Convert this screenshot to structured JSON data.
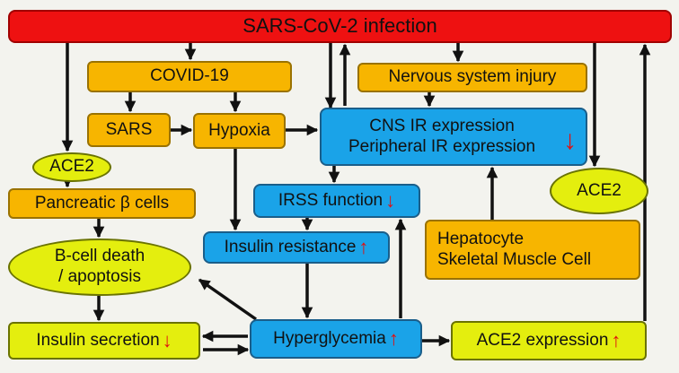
{
  "nodes": {
    "sars_cov2_infection": "SARS-CoV-2 infection",
    "covid19": "COVID-19",
    "nervous_system_injury": "Nervous system injury",
    "sars": "SARS",
    "hypoxia": "Hypoxia",
    "cns_ir_expression": "CNS IR expression",
    "peripheral_ir_expression": "Peripheral IR expression",
    "ace2_left": "ACE2",
    "pancreatic_beta_cells": "Pancreatic β cells",
    "irss_function": "IRSS function",
    "ace2_right": "ACE2",
    "b_cell_death": "B-cell death",
    "apoptosis": "/ apoptosis",
    "insulin_resistance": "Insulin resistance",
    "hepatocyte": "Hepatocyte",
    "skeletal_muscle_cell": "Skeletal Muscle Cell",
    "insulin_secretion": "Insulin secretion",
    "hyperglycemia": "Hyperglycemia",
    "ace2_expression": "ACE2 expression"
  },
  "indicators": {
    "up_arrow": "↑",
    "down_arrow": "↓"
  },
  "colors": {
    "infection_red": "#ee1111",
    "condition_orange": "#f7b500",
    "receptor_blue": "#1aa3e8",
    "outcome_yellow": "#e4ee0e",
    "trend_arrow_red": "#e01010",
    "edge_black": "#111111"
  }
}
